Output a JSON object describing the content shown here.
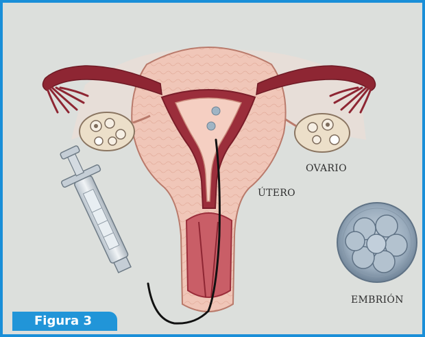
{
  "figure": {
    "tag_label": "Figura 3",
    "accent_color": "#1a8fd8"
  },
  "labels": {
    "ovario": "OVARIO",
    "utero": "ÚTERO",
    "embrion": "EMBRIÓN"
  }
}
